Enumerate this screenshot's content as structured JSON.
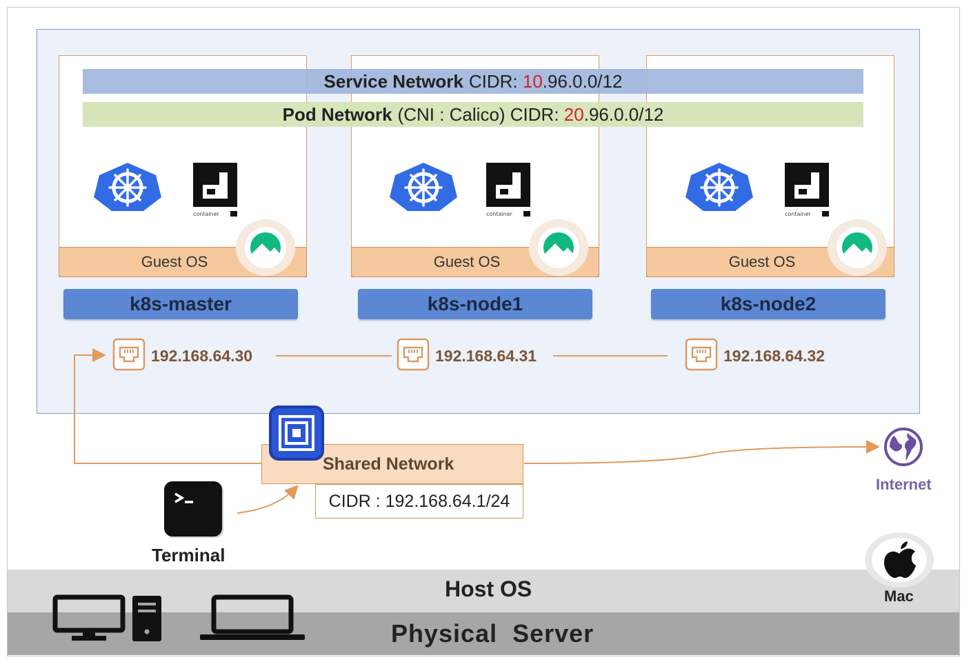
{
  "networks": {
    "service": {
      "name": "Service Network",
      "cidr_label": "CIDR: ",
      "cidr_highlight": "10",
      "cidr_rest": ".96.0.0/12"
    },
    "pod": {
      "name": "Pod Network",
      "detail": "(CNI : Calico) CIDR: ",
      "cidr_highlight": "20",
      "cidr_rest": ".96.0.0/12"
    }
  },
  "nodes": [
    {
      "name": "k8s-master",
      "guest_os": "Guest OS",
      "ip": "192.168.64.30"
    },
    {
      "name": "k8s-node1",
      "guest_os": "Guest OS",
      "ip": "192.168.64.31"
    },
    {
      "name": "k8s-node2",
      "guest_os": "Guest OS",
      "ip": "192.168.64.32"
    }
  ],
  "shared_network": {
    "label": "Shared Network",
    "cidr": "CIDR : 192.168.64.1/24"
  },
  "terminal": {
    "label": "Terminal"
  },
  "internet": {
    "label": "Internet"
  },
  "host": {
    "os_label": "Host OS",
    "mac_label": "Mac",
    "physical_label": "Physical  Server"
  },
  "colors": {
    "cluster_bg": "#edf2fa",
    "cluster_border": "#7f9fd2",
    "node_label": "#5b87d4",
    "guest_os_bar": "#f5c99d",
    "connector": "#e39a5a",
    "highlight": "#d42424",
    "kubernetes": "#326ce5",
    "rocky_linux": "#10b981"
  },
  "icons": [
    "kubernetes-icon",
    "containerd-icon",
    "rocky-linux-icon",
    "ethernet-port-icon",
    "multipass-icon",
    "terminal-icon",
    "globe-icon",
    "apple-icon",
    "desktop-icon",
    "laptop-icon"
  ]
}
